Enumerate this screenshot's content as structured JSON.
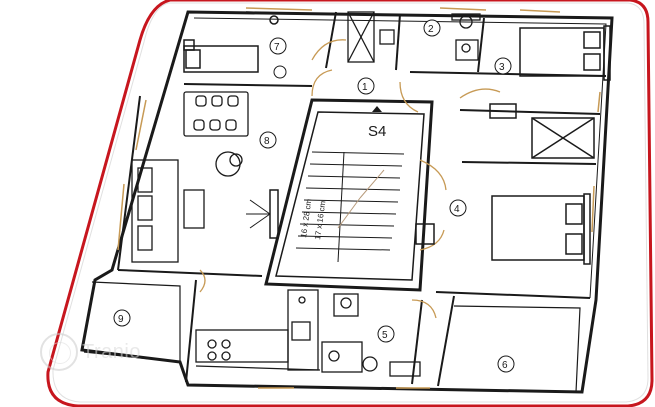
{
  "plan": {
    "unit_code": "S4",
    "stair_dims": "17 x 16 cm",
    "stair_dims2": "16 x 28 cm",
    "rooms": [
      {
        "id": "room-1",
        "label": "1"
      },
      {
        "id": "room-2",
        "label": "2"
      },
      {
        "id": "room-3",
        "label": "3"
      },
      {
        "id": "room-4",
        "label": "4"
      },
      {
        "id": "room-5",
        "label": "5"
      },
      {
        "id": "room-6",
        "label": "6"
      },
      {
        "id": "room-7",
        "label": "7"
      },
      {
        "id": "room-8",
        "label": "8"
      },
      {
        "id": "room-9",
        "label": "9"
      }
    ]
  },
  "watermark": {
    "text": "Tranio"
  },
  "colors": {
    "frame": "#c7161e",
    "line": "#1a1a1a",
    "door": "#c79a55",
    "bg": "#ffffff"
  }
}
